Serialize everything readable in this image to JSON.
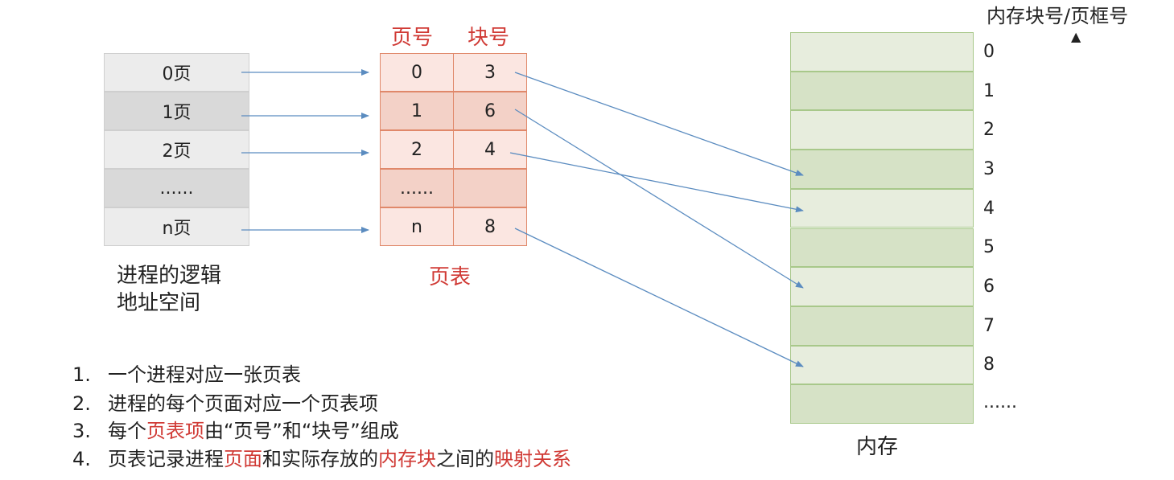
{
  "header": {
    "block_label": "内存块号/页框号"
  },
  "logical_space": {
    "rows": [
      "0页",
      "1页",
      "2页",
      "......",
      "n页"
    ],
    "caption_line1": "进程的逻辑",
    "caption_line2": "地址空间"
  },
  "page_table": {
    "col_page": "页号",
    "col_block": "块号",
    "rows": [
      {
        "page": "0",
        "block": "3"
      },
      {
        "page": "1",
        "block": "6"
      },
      {
        "page": "2",
        "block": "4"
      },
      {
        "page": "......",
        "block": ""
      },
      {
        "page": "n",
        "block": "8"
      }
    ],
    "caption": "页表"
  },
  "memory": {
    "blocks": [
      "0",
      "1",
      "2",
      "3",
      "4",
      "5",
      "6",
      "7",
      "8",
      "......"
    ],
    "caption": "内存"
  },
  "notes": [
    {
      "num": "1.",
      "parts": [
        {
          "t": "一个进程对应一张页表",
          "red": false
        }
      ]
    },
    {
      "num": "2.",
      "parts": [
        {
          "t": "进程的每个页面对应一个页表项",
          "red": false
        }
      ]
    },
    {
      "num": "3.",
      "parts": [
        {
          "t": "每个",
          "red": false
        },
        {
          "t": "页表项",
          "red": true
        },
        {
          "t": "由“页号”和“块号”组成",
          "red": false
        }
      ]
    },
    {
      "num": "4.",
      "parts": [
        {
          "t": "页表记录进程",
          "red": false
        },
        {
          "t": "页面",
          "red": true
        },
        {
          "t": "和实际存放的",
          "red": false
        },
        {
          "t": "内存块",
          "red": true
        },
        {
          "t": "之间的",
          "red": false
        },
        {
          "t": "映射关系",
          "red": true
        }
      ]
    }
  ],
  "colors": {
    "accent_red": "#d03a35",
    "arrow": "#5b8cc0",
    "table_border": "#e0886a",
    "memory_border": "#a8c88a"
  }
}
